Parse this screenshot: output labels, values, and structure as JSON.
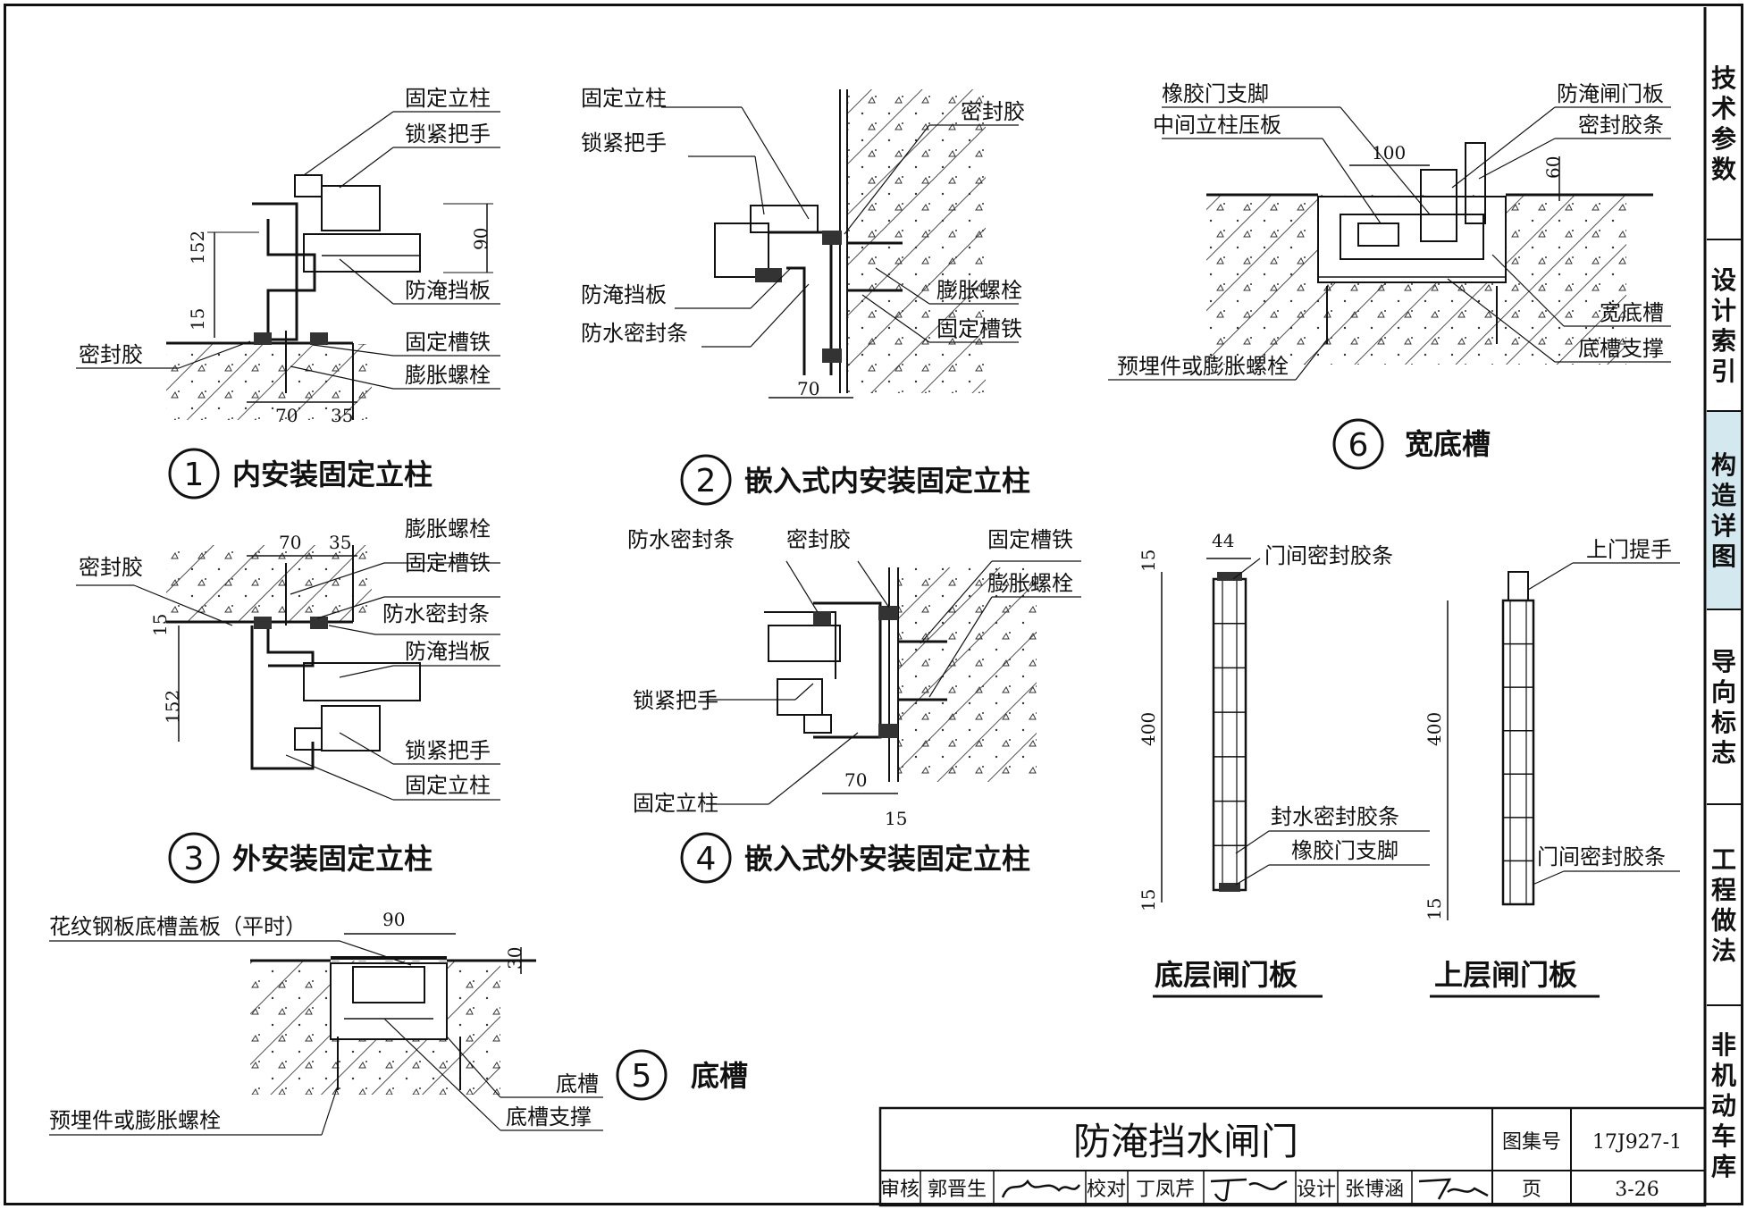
{
  "side_tabs": [
    {
      "label": "技术参数"
    },
    {
      "label": "设计索引"
    },
    {
      "label": "构造详图",
      "active": true
    },
    {
      "label": "导向标志"
    },
    {
      "label": "工程做法"
    },
    {
      "label": "非机动车库"
    }
  ],
  "colors": {
    "active_tab_bg": "#d3e8ef",
    "hatch": "#222222",
    "line": "#111111"
  },
  "details": {
    "d1": {
      "num": "1",
      "title": "内安装固定立柱",
      "labels": {
        "a": "固定立柱",
        "b": "锁紧把手",
        "c": "防淹挡板",
        "d": "固定槽铁",
        "e": "膨胀螺栓",
        "f": "密封胶"
      },
      "dims": {
        "h1": "152",
        "h2": "15",
        "v1": "90",
        "w1": "70",
        "w2": "35"
      }
    },
    "d2": {
      "num": "2",
      "title": "嵌入式内安装固定立柱",
      "labels": {
        "a": "固定立柱",
        "b": "锁紧把手",
        "c": "防淹挡板",
        "d": "防水密封条",
        "e": "密封胶",
        "f": "膨胀螺栓",
        "g": "固定槽铁"
      },
      "dims": {
        "w1": "70"
      }
    },
    "d3": {
      "num": "3",
      "title": "外安装固定立柱",
      "labels": {
        "a": "密封胶",
        "b": "膨胀螺栓",
        "c": "固定槽铁",
        "d": "防水密封条",
        "e": "防淹挡板",
        "f": "锁紧把手",
        "g": "固定立柱"
      },
      "dims": {
        "w1": "70",
        "w2": "35",
        "h1": "15",
        "h2": "152"
      }
    },
    "d4": {
      "num": "4",
      "title": "嵌入式外安装固定立柱",
      "labels": {
        "a": "防水密封条",
        "b": "密封胶",
        "c": "固定槽铁",
        "d": "膨胀螺栓",
        "e": "锁紧把手",
        "f": "固定立柱"
      },
      "dims": {
        "w1": "70",
        "w2": "15"
      }
    },
    "d5": {
      "num": "5",
      "title": "底槽",
      "labels": {
        "a": "花纹钢板底槽盖板（平时）",
        "b": "预埋件或膨胀螺栓",
        "c": "底槽",
        "d": "底槽支撑"
      },
      "dims": {
        "w1": "90",
        "h1": "30"
      }
    },
    "d6": {
      "num": "6",
      "title": "宽底槽",
      "labels": {
        "a": "橡胶门支脚",
        "b": "中间立柱压板",
        "c": "防淹闸门板",
        "d": "密封胶条",
        "e": "宽底槽",
        "f": "底槽支撑",
        "g": "预埋件或膨胀螺栓"
      },
      "dims": {
        "w1": "100",
        "h1": "60"
      }
    },
    "d7": {
      "title": "底层闸门板",
      "labels": {
        "a": "门间密封胶条",
        "b": "封水密封胶条",
        "c": "橡胶门支脚"
      },
      "dims": {
        "w1": "44",
        "h1": "15",
        "h2": "400",
        "h3": "15"
      }
    },
    "d8": {
      "title": "上层闸门板",
      "labels": {
        "a": "上门提手",
        "b": "门间密封胶条"
      },
      "dims": {
        "h1": "400",
        "h2": "15"
      }
    }
  },
  "title_block": {
    "title": "防淹挡水闸门",
    "atlas_label": "图集号",
    "atlas_no": "17J927-1",
    "review_label": "审核",
    "reviewer": "郭晋生",
    "check_label": "校对",
    "checker": "丁凤芹",
    "design_label": "设计",
    "designer": "张博涵",
    "page_label": "页",
    "page_no": "3-26"
  }
}
